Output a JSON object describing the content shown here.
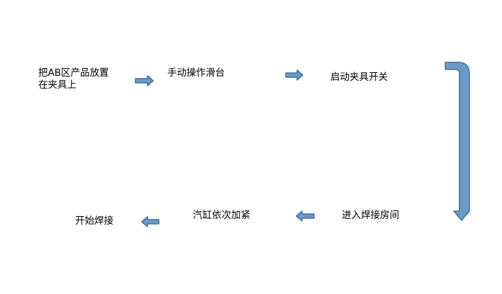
{
  "diagram": {
    "steps": [
      {
        "id": "s1",
        "label": "把AB区产品放置\n在夹具上"
      },
      {
        "id": "s2",
        "label": "手动操作滑台"
      },
      {
        "id": "s3",
        "label": "启动夹具开关"
      },
      {
        "id": "s4",
        "label": "进入焊接房间"
      },
      {
        "id": "s5",
        "label": "汽缸依次加紧"
      },
      {
        "id": "s6",
        "label": "开始焊接"
      }
    ],
    "colors": {
      "arrow_fill": "#6b9ac4",
      "arrow_stroke": "#41719c"
    }
  }
}
